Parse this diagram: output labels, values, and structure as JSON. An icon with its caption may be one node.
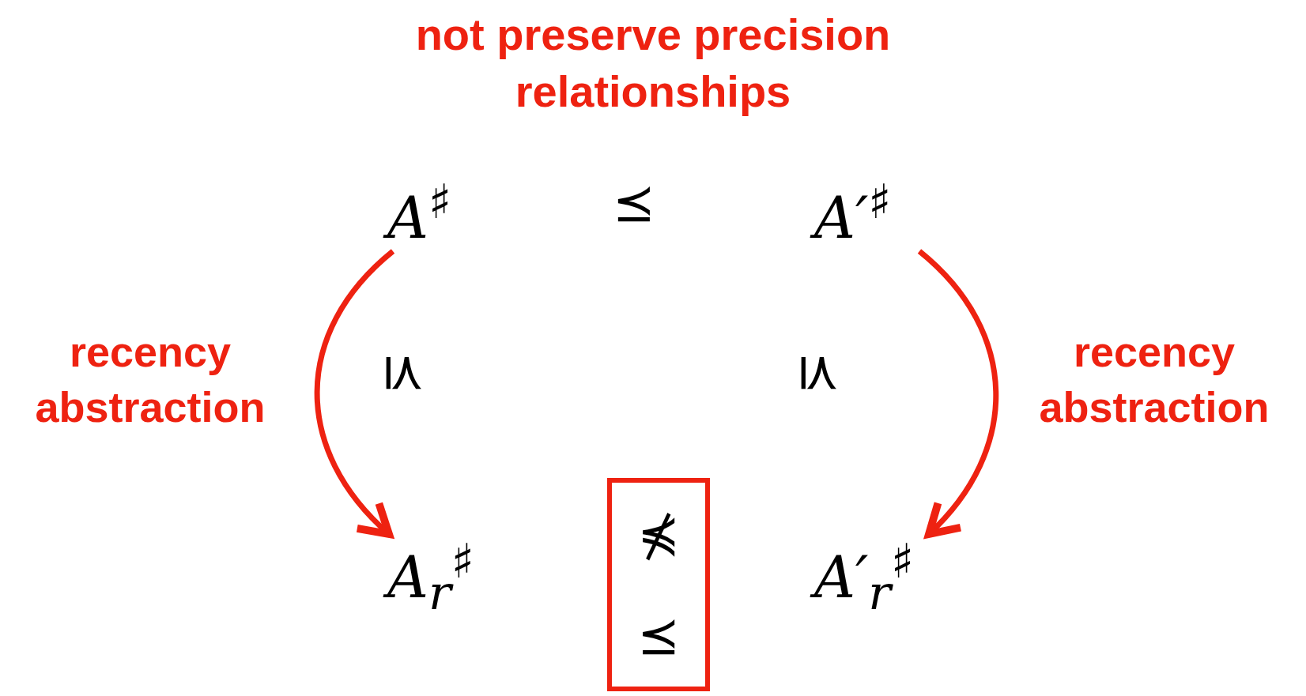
{
  "diagram": {
    "title": "not preserve precision relationships",
    "nodes": [
      {
        "text": [
          "A$^{♯}$"
        ]
      },
      {
        "text": [
          "A′$^{♯}$"
        ]
      },
      {
        "text": [
          "A$_{r}$$^{♯}$"
        ]
      },
      {
        "text": [
          "A′$_{r}$$^{♯}$"
        ]
      },
      {
        "text": [
          "⋠",
          "⪯"
        ]
      }
    ],
    "edges": [
      {
        "from": 0,
        "to": 2,
        "arrow": "to",
        "label": "recency abstraction"
      },
      {
        "from": 1,
        "to": 3,
        "arrow": "to",
        "label": "recency abstraction"
      }
    ],
    "labels": [
      "⪯",
      "⪯",
      "⪯"
    ]
  }
}
